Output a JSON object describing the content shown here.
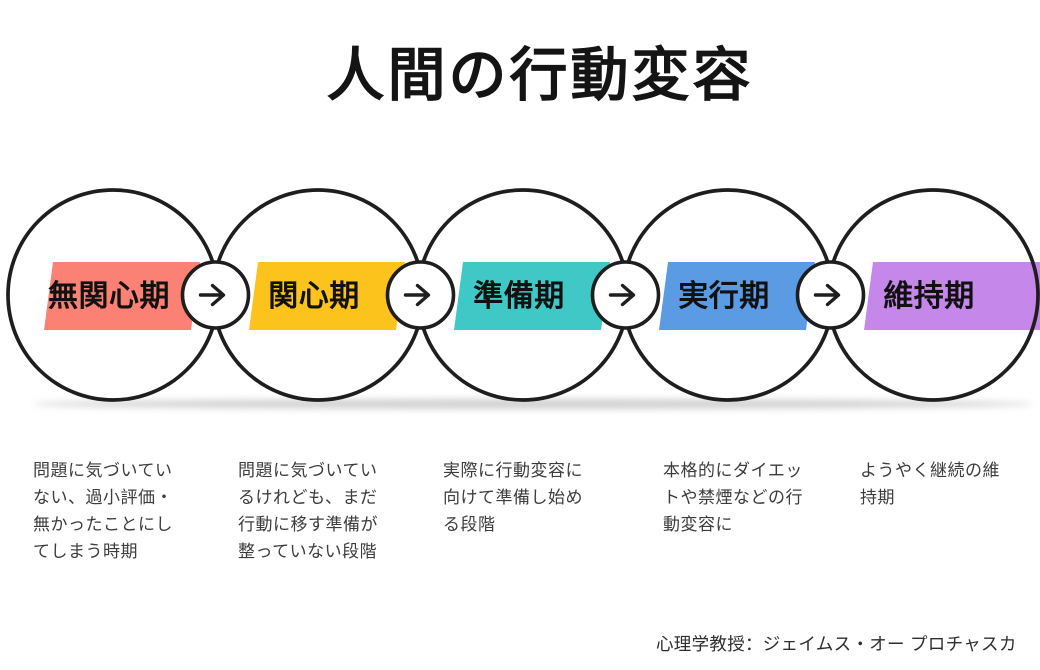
{
  "title": "人間の行動変容",
  "stages": [
    {
      "label": "無関心期",
      "color": "#fa8173",
      "description": "問題に気づいてい\nない、過小評価・\n無かったことにし\nてしまう時期"
    },
    {
      "label": "関心期",
      "color": "#fcc31c",
      "description": "問題に気づいてい\nるけれども、まだ\n行動に移す準備が\n整っていない段階"
    },
    {
      "label": "準備期",
      "color": "#3fc8c5",
      "description": "実際に行動変容に\n向けて準備し始め\nる段階"
    },
    {
      "label": "実行期",
      "color": "#5b9be4",
      "description": "本格的にダイエッ\nトや禁煙などの行\n動変容に"
    },
    {
      "label": "維持期",
      "color": "#c687eb",
      "description": "ようやく継続の維\n持期"
    }
  ],
  "caption": "心理学教授：ジェイムス・オー プロチャスカ",
  "icons": {
    "arrow_right_icon": "→"
  },
  "colors": {
    "outline": "#1e1e1e",
    "background": "#ffffff",
    "title_text": "#141414",
    "label_text": "#111111",
    "description_text": "#3c3c3c",
    "caption_text": "#2e2e2e"
  }
}
